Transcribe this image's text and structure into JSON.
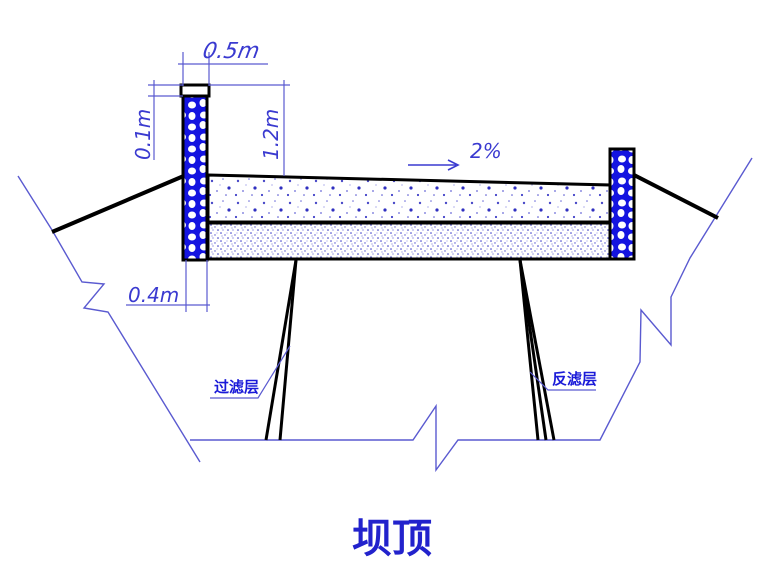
{
  "title": "坝顶",
  "dimensions": {
    "wall_width": "0.5m",
    "cap_height": "0.1m",
    "wall_height": "1.2m",
    "base_width": "0.4m"
  },
  "slope": {
    "value": "2%",
    "arrow": "right-arrow"
  },
  "labels": {
    "left_layer": "过滤层",
    "right_layer": "反滤层"
  },
  "colors": {
    "line_blue": "#5a5ad0",
    "stone_blue": "#1010e0",
    "outline_black": "#000000",
    "text_blue": "#2a2ad0"
  }
}
